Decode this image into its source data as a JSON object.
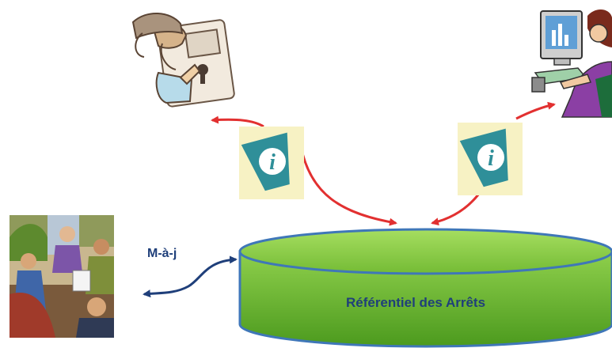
{
  "database": {
    "label": "Référentiel des Arrêts",
    "fill": "#7fc241",
    "stroke": "#3f77b8"
  },
  "update_link": {
    "label": "M-à-j",
    "color": "#1f3f7a"
  },
  "info_badges": [
    {
      "icon": "info-icon",
      "glyph": "i"
    },
    {
      "icon": "info-icon",
      "glyph": "i"
    }
  ],
  "arrow_color": "#e23030",
  "actors": [
    {
      "icon": "mailman-with-mailbox-icon"
    },
    {
      "icon": "computer-user-icon"
    },
    {
      "icon": "meeting-team-icon"
    }
  ]
}
